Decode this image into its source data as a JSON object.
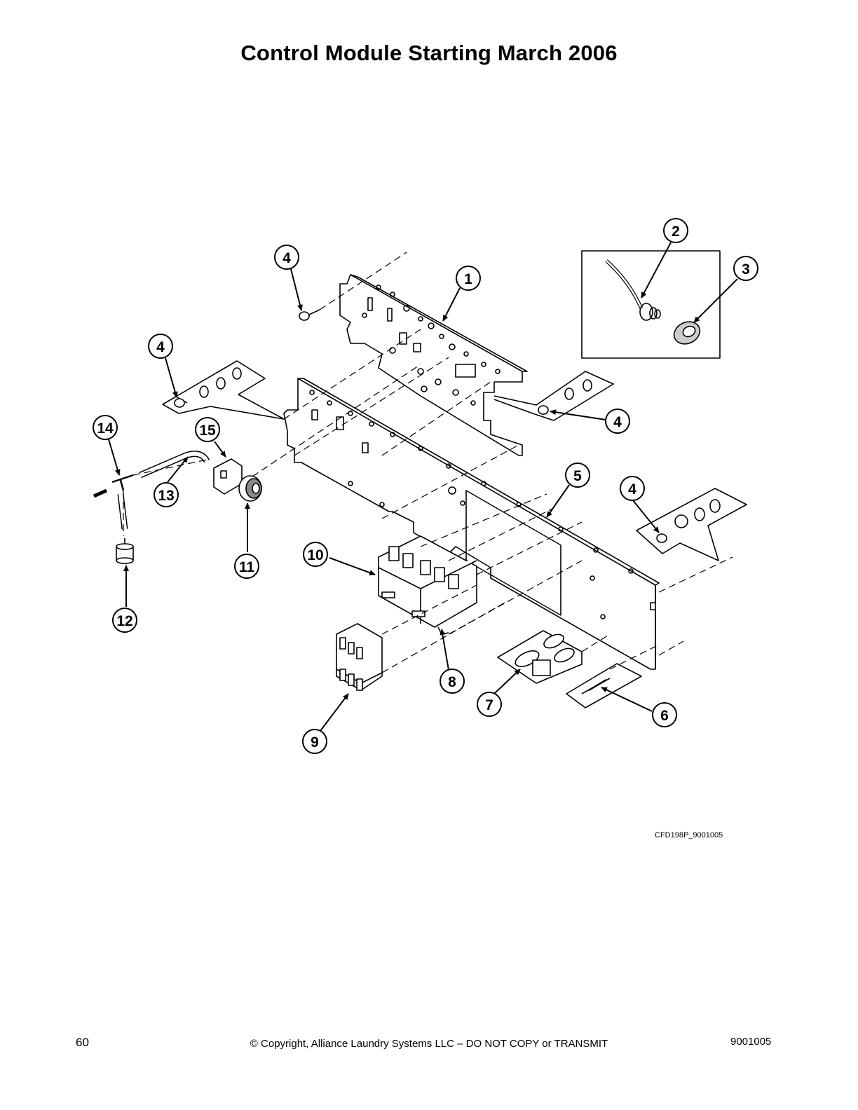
{
  "title": "Control Module Starting March 2006",
  "figure_code": "CFD198P_9001005",
  "footer": {
    "page_number": "60",
    "copyright": "© Copyright, Alliance Laundry Systems LLC – DO NOT COPY or TRANSMIT",
    "document_number": "9001005"
  },
  "callouts": {
    "c1": "1",
    "c2": "2",
    "c3": "3",
    "c4a": "4",
    "c4b": "4",
    "c4c": "4",
    "c4d": "4",
    "c5": "5",
    "c6": "6",
    "c7": "7",
    "c8": "8",
    "c9": "9",
    "c10": "10",
    "c11": "11",
    "c12": "12",
    "c13": "13",
    "c14": "14",
    "c15": "15"
  }
}
